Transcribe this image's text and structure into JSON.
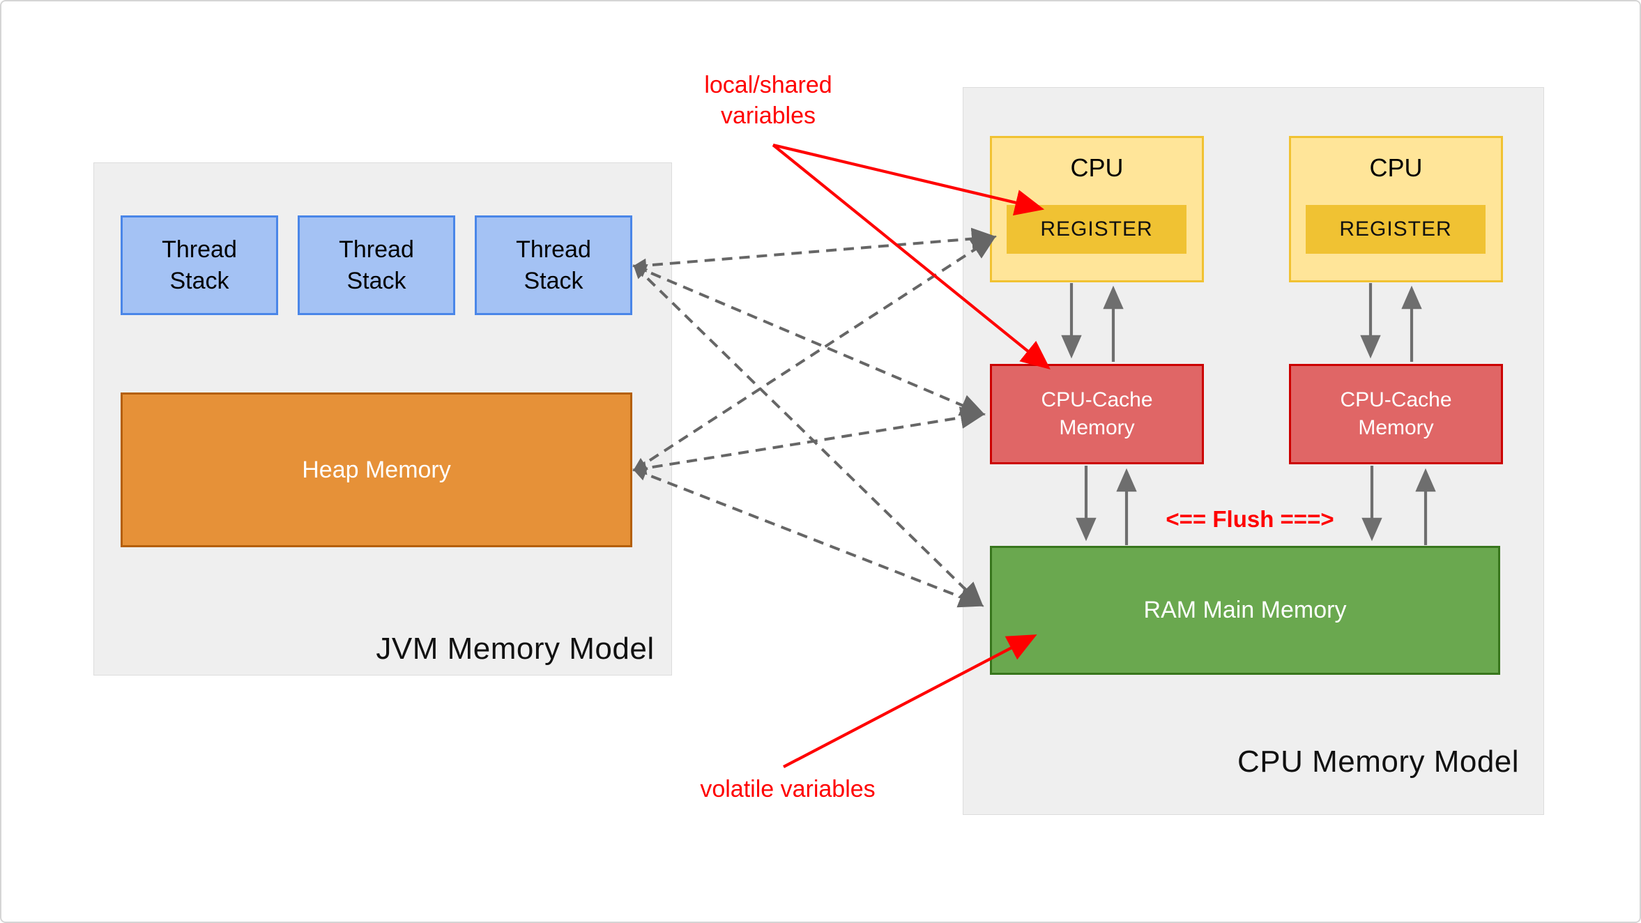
{
  "jvm_panel": {
    "label": "JVM Memory Model",
    "thread_stacks": [
      "Thread Stack",
      "Thread Stack",
      "Thread Stack"
    ],
    "heap_label": "Heap Memory"
  },
  "cpu_panel": {
    "label": "CPU Memory Model",
    "cpus": [
      {
        "label": "CPU",
        "register_label": "REGISTER"
      },
      {
        "label": "CPU",
        "register_label": "REGISTER"
      }
    ],
    "caches": [
      {
        "label": "CPU-Cache Memory"
      },
      {
        "label": "CPU-Cache Memory"
      }
    ],
    "ram_label": "RAM Main Memory",
    "flush_label": "<== Flush ===>"
  },
  "annotations": {
    "local_shared_line1": "local/shared",
    "local_shared_line2": "variables",
    "volatile_label": "volatile variables"
  },
  "colors": {
    "panel_bg": "#EFEFEF",
    "thread_fill": "#A4C2F4",
    "thread_border": "#4A86E8",
    "heap_fill": "#E69138",
    "heap_border": "#B45F06",
    "cpu_fill": "#FFE599",
    "cpu_border": "#F1C232",
    "register_fill": "#F0C233",
    "cache_fill": "#E06666",
    "cache_border": "#CC0000",
    "ram_fill": "#6AA84F",
    "ram_border": "#38761D",
    "arrow_gray": "#666666",
    "annotation_red": "#FF0000"
  }
}
